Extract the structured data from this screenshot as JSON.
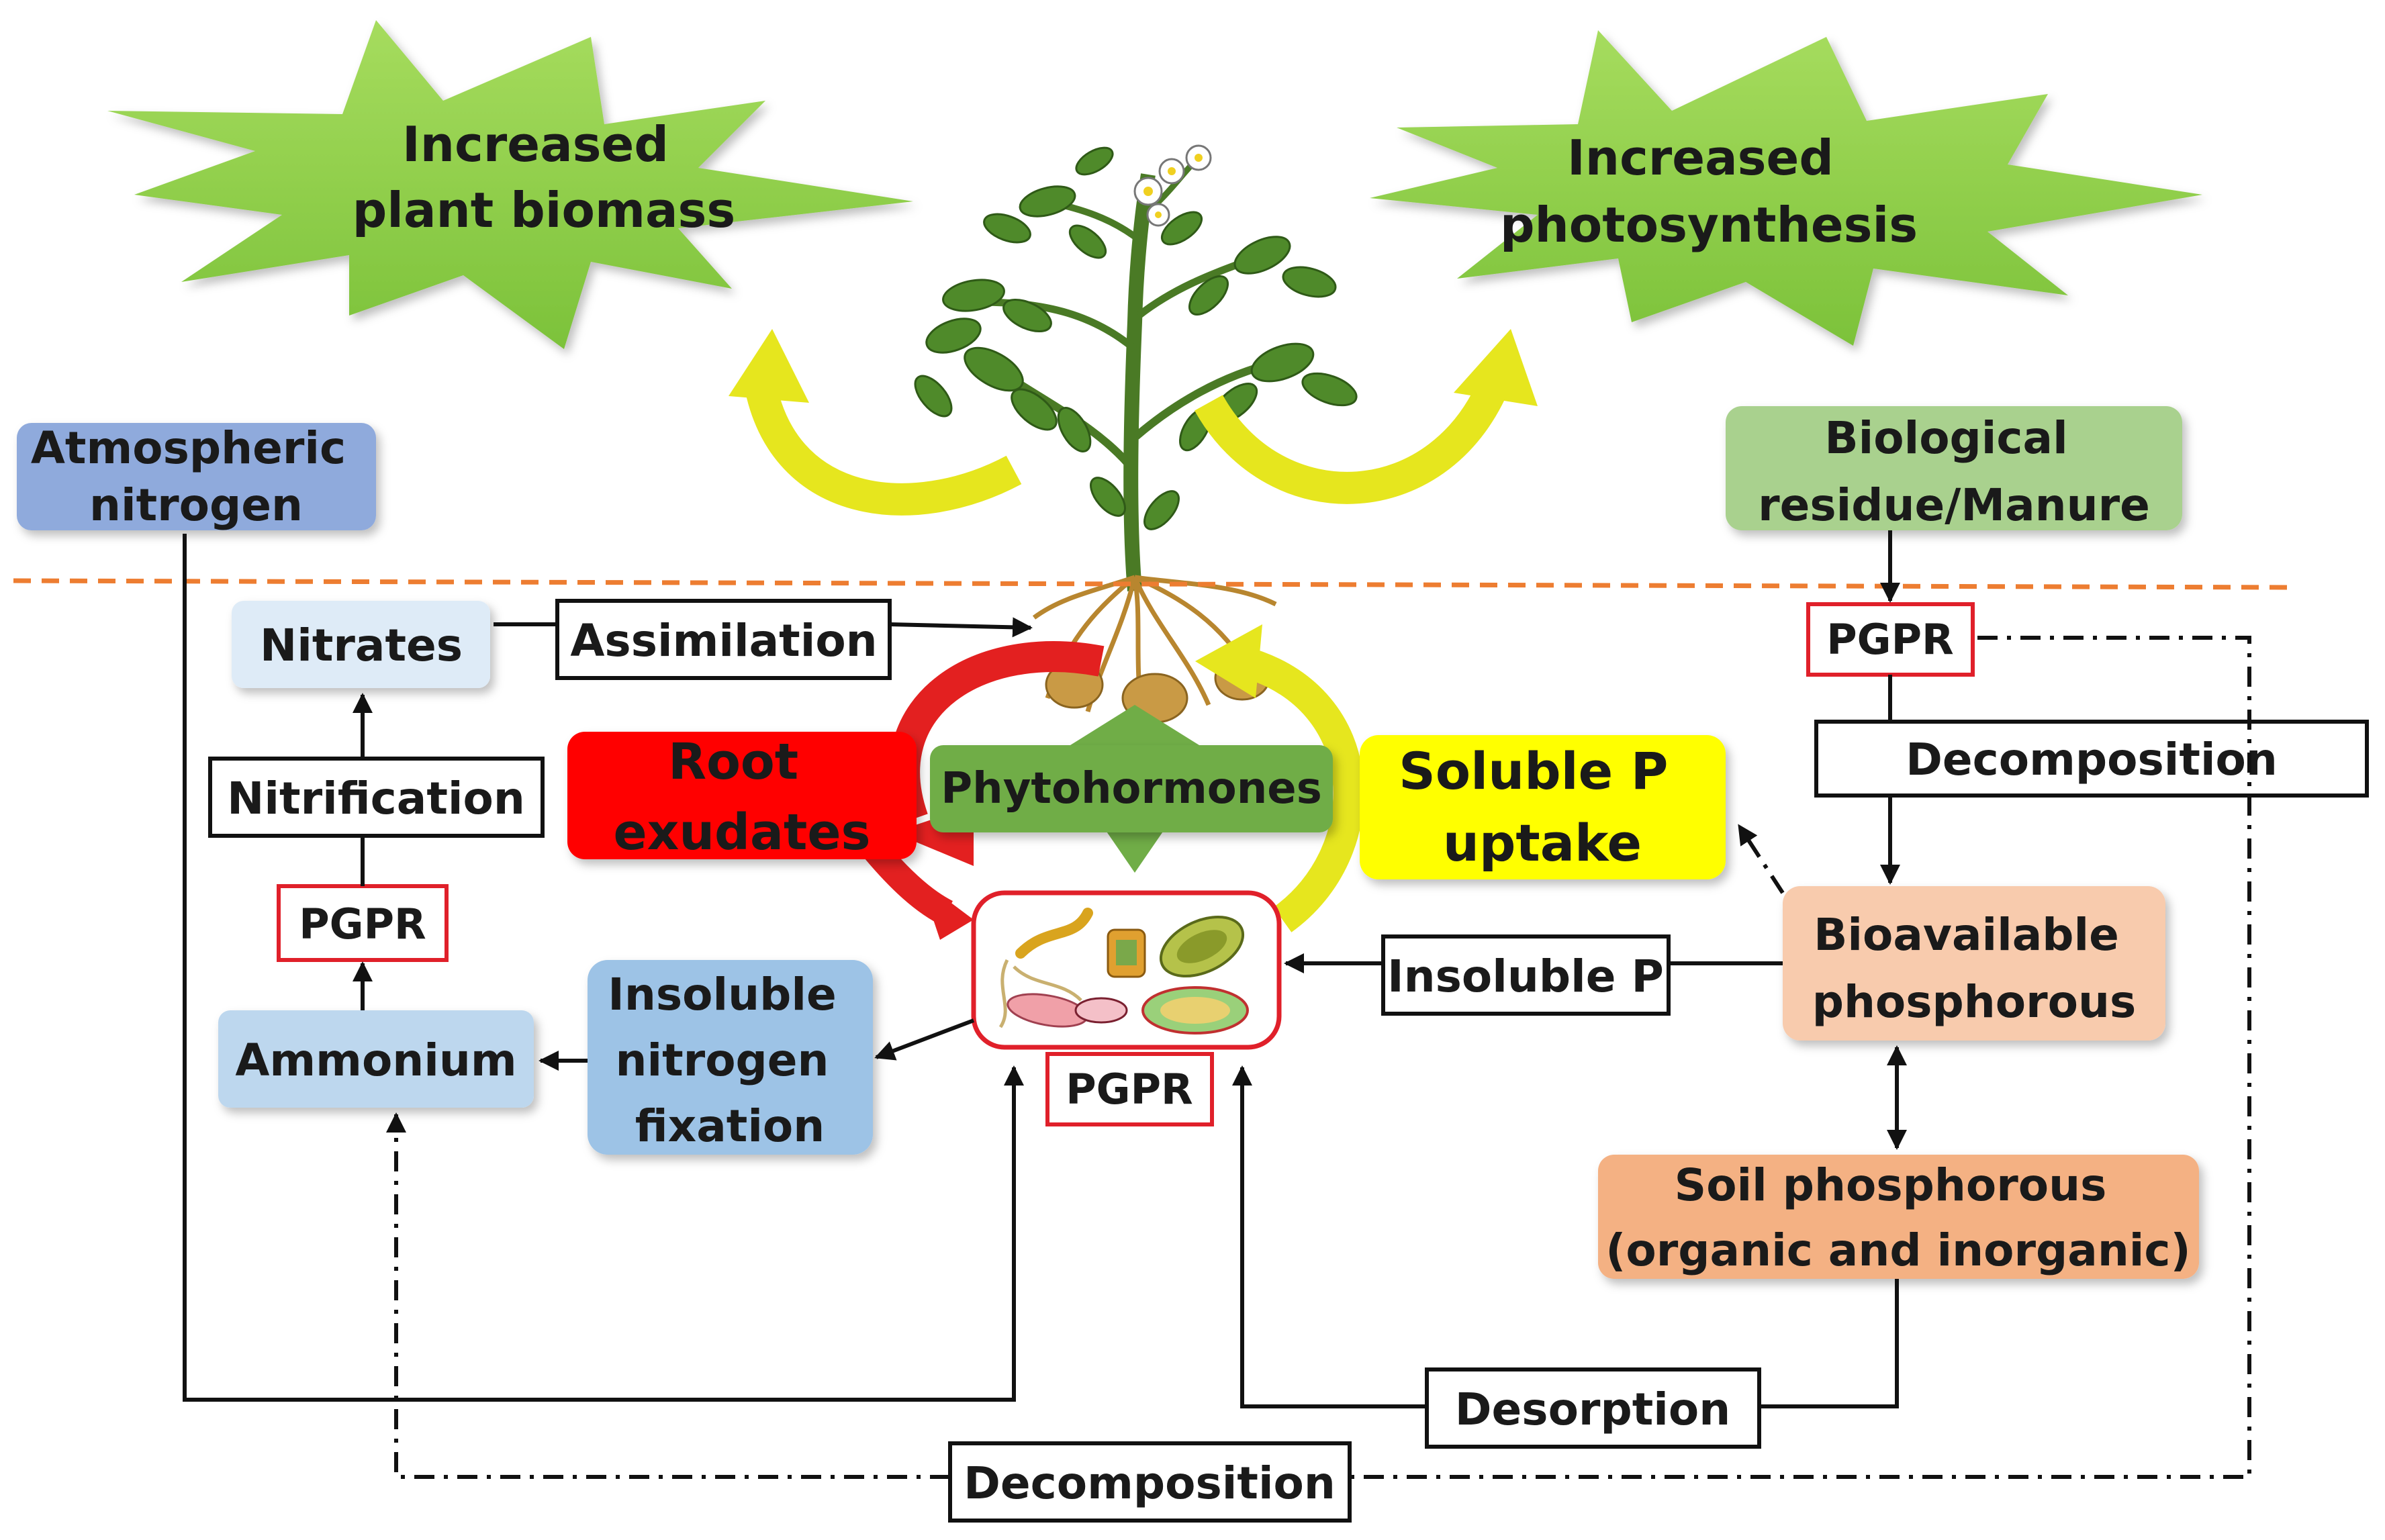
{
  "above_ground": {
    "burst_left": [
      "Increased",
      "plant biomass"
    ],
    "burst_right": [
      "Increased",
      "photosynthesis"
    ]
  },
  "nitrogen_cycle": {
    "atmospheric": [
      "Atmospheric",
      "nitrogen"
    ],
    "nitrates": "Nitrates",
    "assimilation": "Assimilation",
    "nitrification": "Nitrification",
    "pgpr": "PGPR",
    "ammonium": "Ammonium",
    "insoluble_fixation": [
      "Insoluble",
      "nitrogen",
      "fixation"
    ]
  },
  "root_zone": {
    "root_exudates": [
      "Root",
      "exudates"
    ],
    "phytohormones": "Phytohormones",
    "soluble_p": [
      "Soluble P",
      "uptake"
    ],
    "pgpr_center": "PGPR"
  },
  "phosphorus_cycle": {
    "biological_residue": [
      "Biological",
      "residue/Manure"
    ],
    "pgpr": "PGPR",
    "decomposition_top": "Decomposition",
    "bioavailable": [
      "Bioavailable",
      "phosphorous"
    ],
    "insoluble_p": "Insoluble P",
    "soil_phosphorous": [
      "Soil phosphorous",
      "(organic and inorganic)"
    ],
    "desorption": "Desorption",
    "decomposition_bottom": "Decomposition"
  },
  "colors": {
    "burst_green": "#8ed24a",
    "atmospheric": "#8faadc",
    "nitrates": "#deebf7",
    "ammonium": "#bdd7ee",
    "fixation": "#9dc3e6",
    "root_exudates": "#ff0000",
    "phytohormones": "#70ad47",
    "soluble_p": "#ffff00",
    "bio_residue": "#a9d18e",
    "bioavailable": "#f8cbad",
    "soil_phos": "#f4b183",
    "pgpr_border": "#e0202a",
    "soil_line": "#ed7d31",
    "plant_green": "#4f8a2a",
    "root_brown": "#b8862f"
  }
}
